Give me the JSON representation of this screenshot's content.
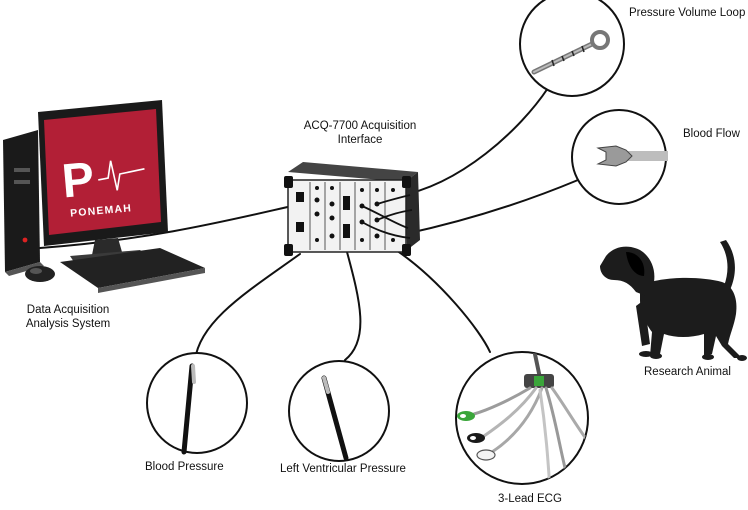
{
  "labels": {
    "pressure_volume_loop": "Pressure Volume Loop",
    "blood_flow": "Blood Flow",
    "acq_line1": "ACQ-7700 Acquisition",
    "acq_line2": "Interface",
    "daq_line1": "Data Acquisition",
    "daq_line2": "Analysis System",
    "research_animal": "Research Animal",
    "blood_pressure": "Blood Pressure",
    "lv_pressure": "Left Ventricular Pressure",
    "ecg": "3-Lead ECG"
  },
  "monitor": {
    "logo_letter": "P",
    "logo_text": "PONEMAH"
  },
  "colors": {
    "screen": "#b21f36",
    "cable": "#111111",
    "ecg_green": "#3aa63a",
    "ecg_green_light": "#7ed27e",
    "dog": "#1c1c1c"
  }
}
